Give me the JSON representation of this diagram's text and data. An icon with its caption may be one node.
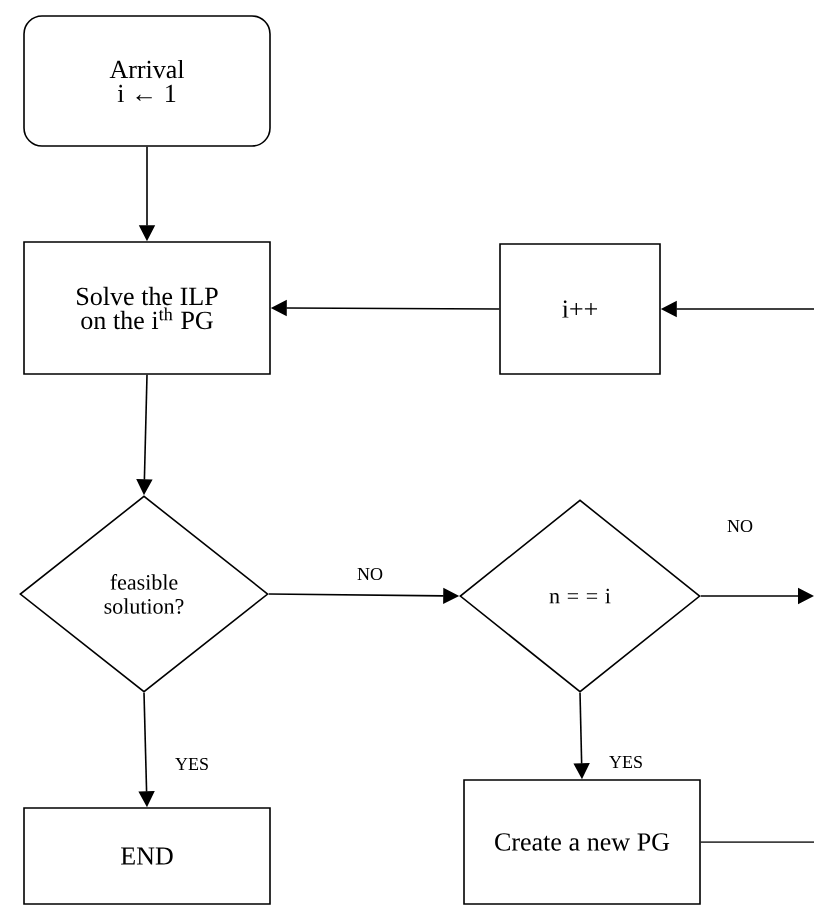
{
  "diagram": {
    "nodes": [
      {
        "text": [
          "Arrival",
          "i ← 1"
        ]
      },
      {
        "text": [
          "Solve the ILP on the i$^{th}$ PG"
        ]
      },
      {
        "text": [
          "i++"
        ]
      },
      {
        "text": [
          "feasible solution?"
        ]
      },
      {
        "text": [
          "n = = i"
        ]
      },
      {
        "text": [
          "END"
        ]
      },
      {
        "text": [
          "Create a new PG"
        ]
      }
    ],
    "edges": [
      {
        "from": 0,
        "to": 1,
        "arrow": "to"
      },
      {
        "from": 2,
        "to": 1,
        "arrow": "to"
      },
      {
        "from": null,
        "to": 2,
        "arrow": "to"
      },
      {
        "from": 1,
        "to": 3,
        "arrow": "to"
      },
      {
        "from": 3,
        "to": 4,
        "arrow": "to",
        "label": "NO"
      },
      {
        "from": 3,
        "to": 5,
        "arrow": "to",
        "label": "YES"
      },
      {
        "from": 4,
        "to": null,
        "arrow": "to",
        "label": "NO"
      },
      {
        "from": 4,
        "to": 6,
        "arrow": "to",
        "label": "YES"
      },
      {
        "from": 6,
        "to": null,
        "arrow": "none"
      }
    ]
  }
}
